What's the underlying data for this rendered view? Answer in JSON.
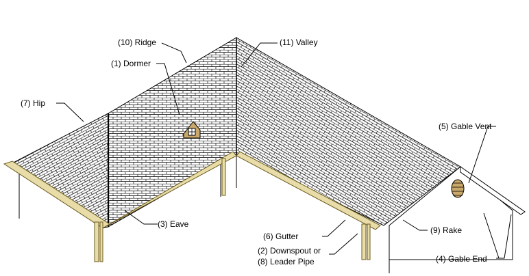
{
  "labels": {
    "ridge": "(10) Ridge",
    "valley": "(11) Valley",
    "dormer": "(1) Dormer",
    "hip": "(7) Hip",
    "gable_vent": "(5) Gable Vent",
    "eave": "(3) Eave",
    "gutter": "(6) Gutter",
    "downspout_1": "(2) Downspout or",
    "downspout_2": "(8) Leader Pipe",
    "rake": "(9) Rake",
    "gable_end": "(4) Gable End"
  },
  "colors": {
    "shingle_line": "#222222",
    "roof_fill": "#ffffff",
    "gutter_fill": "#e8dca8",
    "gutter_edge": "#6b5a1e",
    "vent_fill": "#c9a86a",
    "outline": "#000000"
  }
}
